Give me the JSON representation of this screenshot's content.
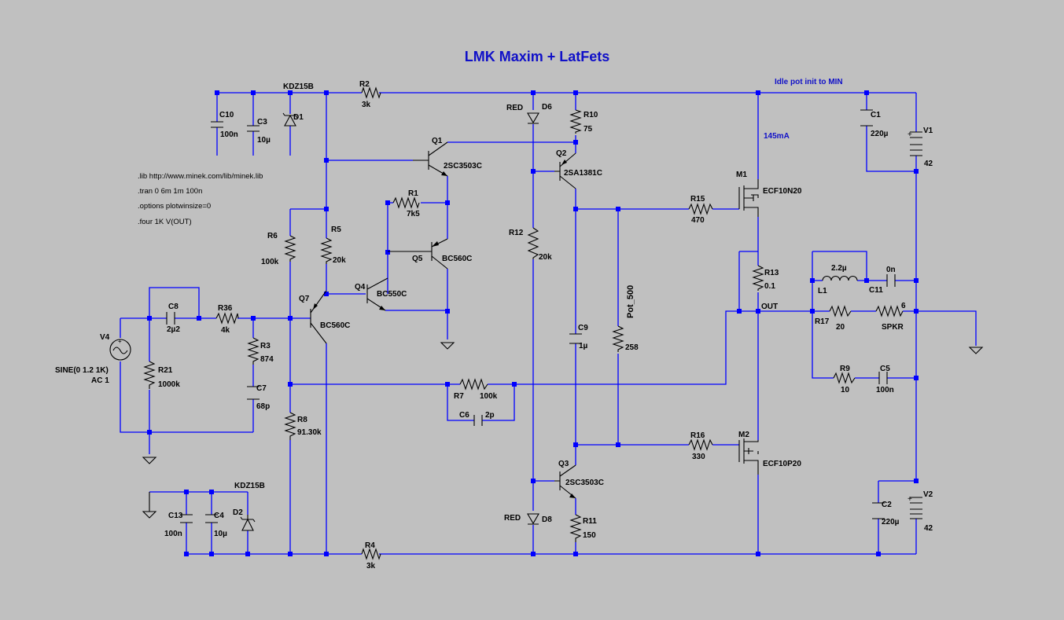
{
  "title": "LMK Maxim + LatFets",
  "notes": {
    "idle_pot": "Idle pot init to MIN",
    "current": "145mA"
  },
  "directives": [
    ".lib http://www.minek.com/lib/minek.lib",
    ".tran 0 6m 1m 100n",
    ".options plotwinsize=0",
    ".four 1K V(OUT)"
  ],
  "source": {
    "ref": "V4",
    "value": "SINE(0 1.2 1K)",
    "ac": "AC 1"
  },
  "net_labels": {
    "out": "OUT"
  },
  "components": {
    "C10": {
      "ref": "C10",
      "value": "100n"
    },
    "C3": {
      "ref": "C3",
      "value": "10µ"
    },
    "D1": {
      "ref": "D1",
      "value": "KDZ15B"
    },
    "R2": {
      "ref": "R2",
      "value": "3k"
    },
    "D6": {
      "ref": "D6",
      "value": "RED"
    },
    "R10": {
      "ref": "R10",
      "value": "75"
    },
    "Q1": {
      "ref": "Q1",
      "value": "2SC3503C"
    },
    "Q2": {
      "ref": "Q2",
      "value": "2SA1381C"
    },
    "R1": {
      "ref": "R1",
      "value": "7k5"
    },
    "Q5": {
      "ref": "Q5",
      "value": "BC560C"
    },
    "R6": {
      "ref": "R6",
      "value": "100k"
    },
    "R5": {
      "ref": "R5",
      "value": "20k"
    },
    "Q4": {
      "ref": "Q4",
      "value": "BC550C"
    },
    "Q7": {
      "ref": "Q7",
      "value": "BC560C"
    },
    "C8": {
      "ref": "C8",
      "value": "2µ2"
    },
    "R36": {
      "ref": "R36",
      "value": "4k"
    },
    "R3": {
      "ref": "R3",
      "value": "874"
    },
    "C7": {
      "ref": "C7",
      "value": "68p"
    },
    "R21": {
      "ref": "R21",
      "value": "1000k"
    },
    "R8": {
      "ref": "R8",
      "value": "91.30k"
    },
    "R12": {
      "ref": "R12",
      "value": "20k"
    },
    "C9": {
      "ref": "C9",
      "value": "1µ"
    },
    "POT": {
      "ref": "Pot_500",
      "value": "258"
    },
    "R7": {
      "ref": "R7",
      "value": "100k"
    },
    "C6": {
      "ref": "C6",
      "value": "2p"
    },
    "R15": {
      "ref": "R15",
      "value": "470"
    },
    "M1": {
      "ref": "M1",
      "value": "ECF10N20"
    },
    "R13": {
      "ref": "R13",
      "value": "0.1"
    },
    "R16": {
      "ref": "R16",
      "value": "330"
    },
    "M2": {
      "ref": "M2",
      "value": "ECF10P20"
    },
    "Q3": {
      "ref": "Q3",
      "value": "2SC3503C"
    },
    "D8": {
      "ref": "D8",
      "value": "RED"
    },
    "R11": {
      "ref": "R11",
      "value": "150"
    },
    "C13": {
      "ref": "C13",
      "value": "100n"
    },
    "C4": {
      "ref": "C4",
      "value": "10µ"
    },
    "D2": {
      "ref": "D2",
      "value": "KDZ15B"
    },
    "R4": {
      "ref": "R4",
      "value": "3k"
    },
    "C1": {
      "ref": "C1",
      "value": "220µ"
    },
    "V1": {
      "ref": "V1",
      "value": "42"
    },
    "C2": {
      "ref": "C2",
      "value": "220µ"
    },
    "V2": {
      "ref": "V2",
      "value": "42"
    },
    "L1": {
      "ref": "L1",
      "value": "2.2µ"
    },
    "C11": {
      "ref": "C11",
      "value": "0n"
    },
    "R17": {
      "ref": "R17",
      "value": "20"
    },
    "SPKR": {
      "ref": "SPKR",
      "value": "6"
    },
    "R9": {
      "ref": "R9",
      "value": "10"
    },
    "C5": {
      "ref": "C5",
      "value": "100n"
    }
  }
}
